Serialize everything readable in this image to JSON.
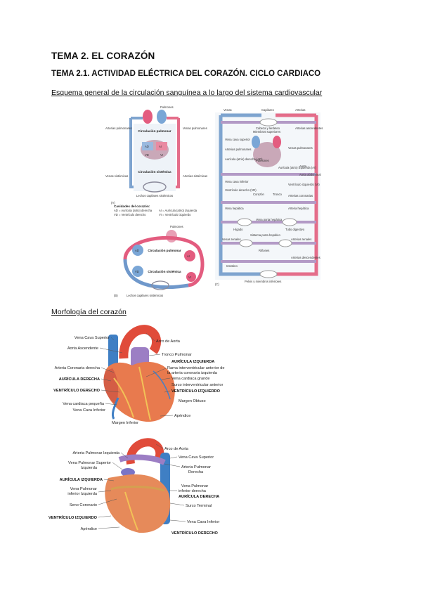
{
  "doc": {
    "title": "TEMA 2. EL CORAZÓN",
    "subtitle": "TEMA 2.1. ACTIVIDAD ELÉCTRICA DEL CORAZÓN. CICLO CARDIACO",
    "section1": "Esquema general de la circulación sanguínea a lo largo del sistema cardiovascular",
    "section2": "Morfología del corazón"
  },
  "figA": {
    "pulmones": "Pulmones",
    "arterias_pulm": "Arterias pulmonares",
    "venas_pulm": "Venas pulmonares",
    "circ_pulm": "Circulación pulmonar",
    "circ_sist": "Circulación sistémica",
    "venas_sist": "Venas sistémicas",
    "arterias_sist": "Arterias sistémicas",
    "lechos": "Lechos capilares sistémicos",
    "letter": "(A)",
    "cavidades_title": "Cavidades del corazón:",
    "cav_ad": "AD = Aurícula (atrio) derecha",
    "cav_ai": "AI = Aurícula (atrio) izquierda",
    "cav_vd": "VD = Ventrículo derecho",
    "cav_vi": "VI = Ventrículo izquierdo",
    "ad": "AD",
    "ai": "AI",
    "vd": "VD",
    "vi": "VI"
  },
  "figB": {
    "pulmones": "Pulmones",
    "circ_pulm": "Circulación pulmonar",
    "circ_sist": "Circulación sistémica",
    "lechos": "Lechos capilares sistémicos",
    "letter": "(B)",
    "ad": "AD",
    "vd": "VD",
    "ai": "AI",
    "vi": "VI"
  },
  "figC": {
    "capilares": "Capilares",
    "venas": "Venas",
    "arterias": "Arterias",
    "cabeza": "Cabeza y lerdeteo",
    "miembros": "Miembros superiores",
    "arterias_asc": "Arterias ascendentes",
    "vena_cava_sup": "Vena cava superior",
    "venas_pulm": "Venas pulmonares",
    "arterias_pulm": "Arterias pulmonares",
    "pulmones": "Pulmones",
    "auricula_der": "Aurícula (atrio) derecha (AD)",
    "auricula_izq": "Aurícula (atrio) izquierda (AI)",
    "aorta": "Aorta",
    "aorta_abd": "Aorta abdominal",
    "vena_cava_inf": "Vena cava inferior",
    "ventriculo_izq": "Ventrículo izquierdo (VI)",
    "ventriculo_der": "Ventrículo derecho (VD)",
    "tronco": "Tronco",
    "arterias_coronarias": "Arterias coronarias",
    "corazon": "Corazón",
    "vena_hepatica": "Vena hepática",
    "arteria_hepatica": "Arteria hepática",
    "higado": "Hígado",
    "vena_porta": "Vena porta hepática",
    "tubo_digestivo": "Tubo digestivo",
    "sistema_porta": "Sistema porta hepático",
    "venas_renales": "Venas renales",
    "arterias_renales": "Arterias renales",
    "riñones": "Riñones",
    "arterias_desc": "Arterias descendentes",
    "intestino": "Intestino",
    "pelvis": "Pelvis y miembros inferiores",
    "letter": "(C)"
  },
  "heart1": {
    "vena_cava_sup": "Vena Cava Superior",
    "aorta_asc": "Aorta Ascendente",
    "arteria_cor_der": "Arteria Coronaria derecha",
    "auricula_der": "AURÍCULA DERECHA",
    "ventriculo_der": "VENTRÍCULO DERECHO",
    "vena_card_peq": "Vena cardiaca pequeña",
    "vena_cava_inf": "Vena Cava Inferior",
    "margen_inf": "Margen Inferior",
    "arco_aorta": "Arco de Aorta",
    "tronco_pulm": "Tronco Pulmonar",
    "auricula_izq": "AURÍCULA IZQUIERDA",
    "rama_1": "Rama interventricular anterior de",
    "rama_2": "la arteria coronaria izquierda",
    "vena_card_grande": "Vena cardiaca grande",
    "surco_inter": "Surco interventricular anterior",
    "ventriculo_izq": "VENTRÍCULO IZQUIERDO",
    "margen_obtuso": "Margen Obtuso",
    "apendice": "Apéndice"
  },
  "heart2": {
    "art_pulm_izq": "Arteria Pulmonar Izquierda",
    "vena_pulm_sup_1": "Vena Pulmonar Superior",
    "vena_pulm_sup_2": "Izquierda",
    "auricula_izq": "AURÍCULA IZQUIERDA",
    "vena_pulm_inf_1": "Vena Pulmonar",
    "vena_pulm_inf_2": "inferior Izquierda",
    "seno_coronario": "Seno Coronario",
    "ventriculo_izq": "VENTRÍCULO IZQUIERDO",
    "apendice": "Apéndice",
    "arco_aorta": "Arco de Aorta",
    "vena_cava_sup": "Vena Cava Superior",
    "art_pulm_der_1": "Arteria Pulmonar",
    "art_pulm_der_2": "Derecha",
    "vena_pulm_der_1": "Vena Pulmonar",
    "vena_pulm_der_2": "inferior derecha",
    "auricula_der": "AURÍCULA DERECHA",
    "surco_terminal": "Surco Terminal",
    "vena_cava_inf": "Vena Cava Inferior",
    "ventriculo_der": "VENTRÍCULO DERECHO"
  }
}
